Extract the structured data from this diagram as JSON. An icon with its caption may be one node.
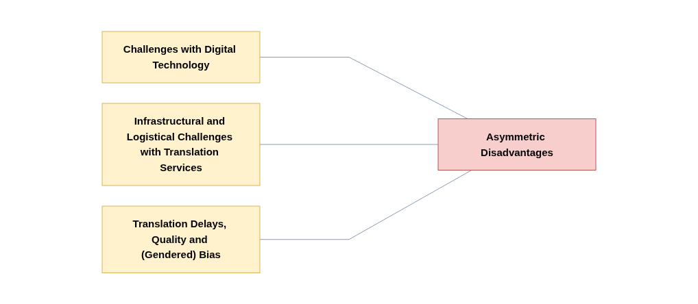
{
  "diagram": {
    "nodes": [
      {
        "text": [
          "Challenges with Digital Technology"
        ]
      },
      {
        "text": [
          "Infrastructural and Logistical Challenges with Translation Services"
        ]
      },
      {
        "text": [
          "Translation Delays, Quality and (Gendered) Bias"
        ]
      },
      {
        "text": [
          "Asymmetric Disadvantages"
        ]
      }
    ],
    "edges": [
      {
        "from": 0,
        "to": 3,
        "arrow": "none"
      },
      {
        "from": 1,
        "to": 3,
        "arrow": "none"
      },
      {
        "from": 2,
        "to": 3,
        "arrow": "none"
      }
    ]
  }
}
